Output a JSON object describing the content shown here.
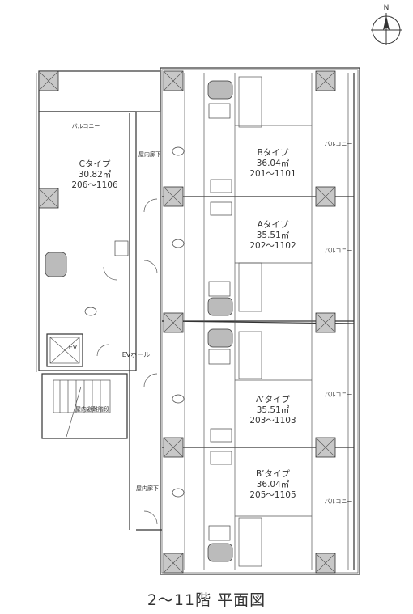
{
  "compass": {
    "north_label": "N"
  },
  "units": [
    {
      "id": "B",
      "type_label": "Bタイプ",
      "area": "36.04㎡",
      "rooms": "201～1101"
    },
    {
      "id": "A",
      "type_label": "Aタイプ",
      "area": "35.51㎡",
      "rooms": "202～1102"
    },
    {
      "id": "A2",
      "type_label": "A’タイプ",
      "area": "35.51㎡",
      "rooms": "203～1103"
    },
    {
      "id": "B2",
      "type_label": "B’タイプ",
      "area": "36.04㎡",
      "rooms": "205～1105"
    },
    {
      "id": "C",
      "type_label": "Cタイプ",
      "area": "30.82㎡",
      "rooms": "206～1106"
    }
  ],
  "labels": {
    "balcony": "バルコニー",
    "corridor": "屋内廊下",
    "ev": "EV",
    "ev_hall": "EVホール",
    "stairs": "屋内避難階段"
  },
  "caption": "2～11階 平面図"
}
